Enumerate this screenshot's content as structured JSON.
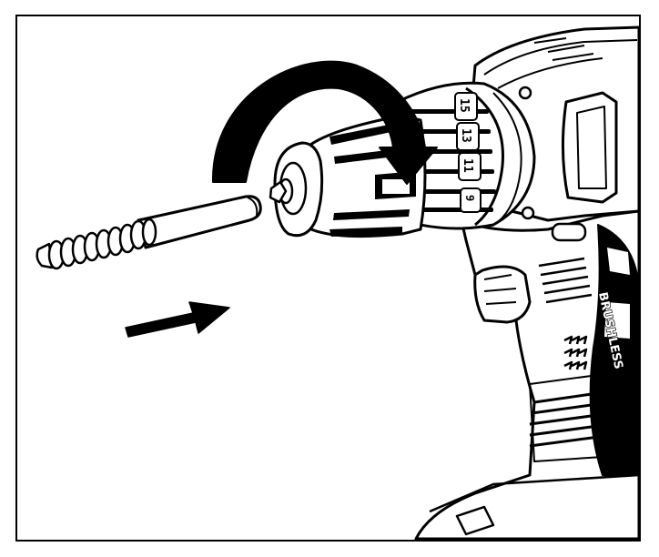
{
  "figure": {
    "clutch_labels": [
      "15",
      "13",
      "11",
      "9"
    ],
    "brand_text": "BRUSHLESS",
    "colors": {
      "ink": "#000000",
      "paper": "#ffffff"
    }
  }
}
